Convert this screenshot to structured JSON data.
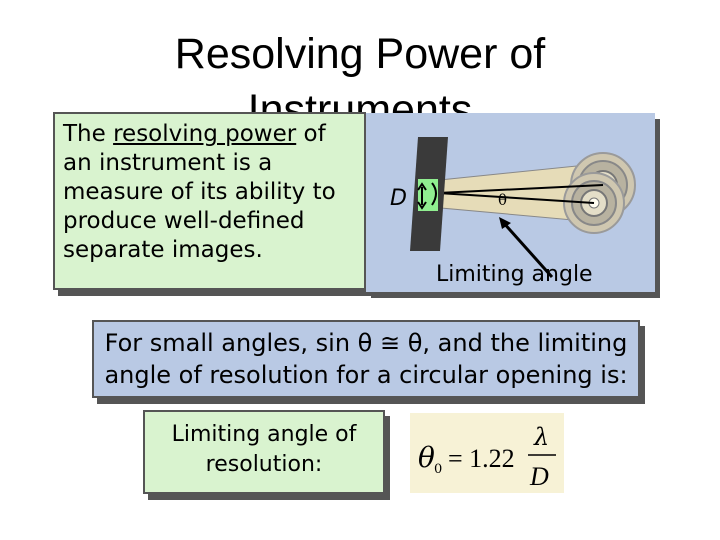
{
  "title": {
    "line1": "Resolving Power of",
    "line2": "Instruments"
  },
  "definition": {
    "part1": "The ",
    "underlined": "resolving power",
    "part2": " of an instrument is a measure of its ability to produce well-defined separate images."
  },
  "diagram": {
    "d_label": "D",
    "theta_label": "θ",
    "caption": "Limiting angle"
  },
  "note": {
    "text": "For small angles, sin θ ≅ θ, and the limiting angle of resolution for a circular opening is:"
  },
  "limiting_box": {
    "label": "Limiting angle of resolution:"
  },
  "formula": {
    "lhs": "θ",
    "subscript": "0",
    "eq": "= 1.22",
    "numerator": "λ",
    "denominator": "D"
  }
}
